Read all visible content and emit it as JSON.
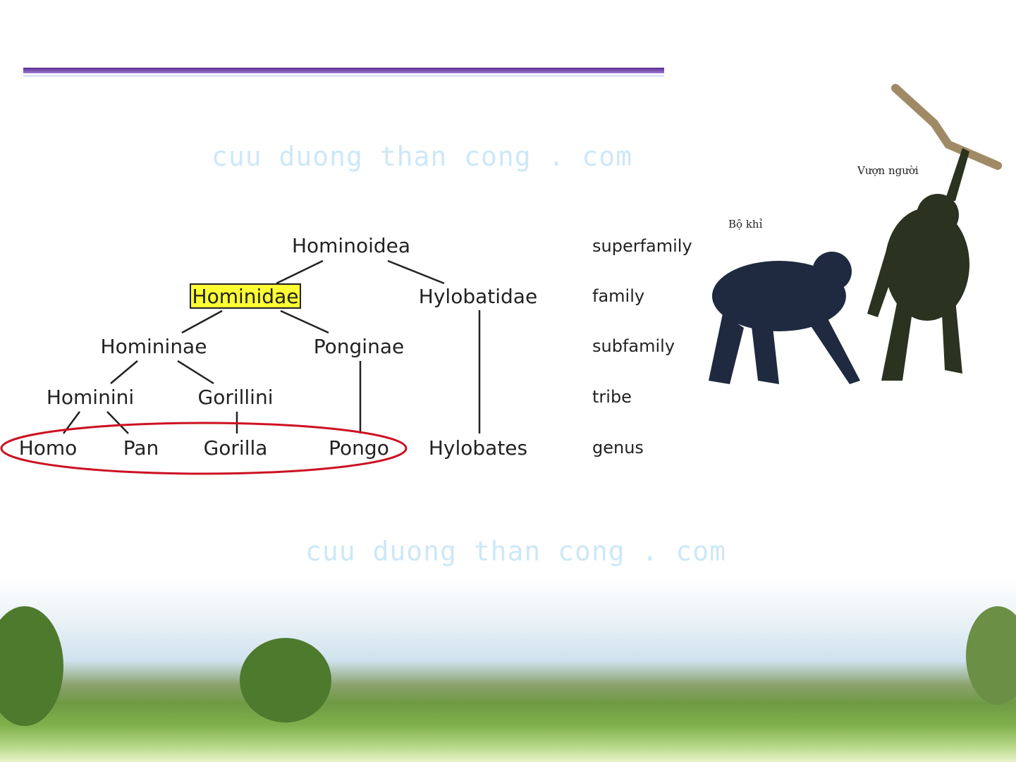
{
  "taxonomy": {
    "superfamily": "Hominoidea",
    "family_highlighted": "Hominidae",
    "family_other": "Hylobatidae",
    "subfamily_1": "Homininae",
    "subfamily_2": "Ponginae",
    "tribe_1": "Hominini",
    "tribe_2": "Gorillini",
    "genus": [
      "Homo",
      "Pan",
      "Gorilla",
      "Pongo",
      "Hylobates"
    ]
  },
  "ranks": [
    "superfamily",
    "family",
    "subfamily",
    "tribe",
    "genus"
  ],
  "apes": {
    "label_monkey": "Bộ khỉ",
    "label_ape": "Vượn người"
  },
  "watermark": "cuu duong than cong . com",
  "colors": {
    "highlight": "#ffff33",
    "circle": "#cc1122",
    "rule": "#5a2c8e"
  }
}
